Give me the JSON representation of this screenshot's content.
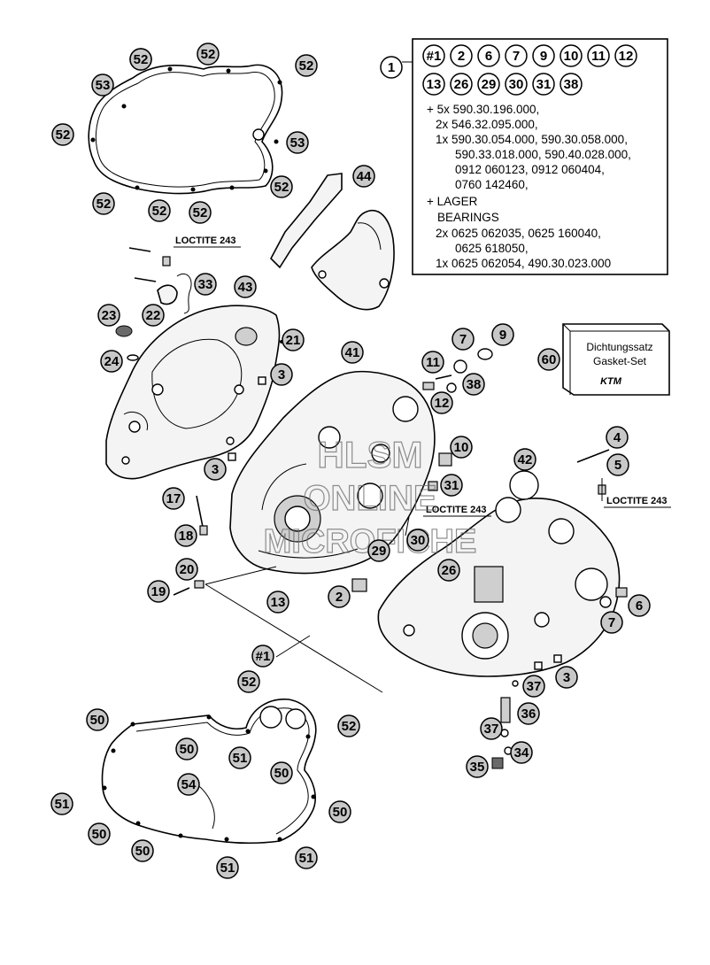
{
  "diagram": {
    "notes": {
      "loctite_1": "LOCTITE 243",
      "loctite_2": "LOCTITE 243",
      "loctite_3": "LOCTITE 243"
    },
    "kit_box": {
      "title_de": "Dichtungssatz",
      "title_en": "Gasket-Set",
      "brand": "KTM"
    },
    "watermark": [
      "HLSM",
      "ONLINE",
      "MICROFICHE"
    ],
    "parts_table": {
      "item_ref": "1",
      "chips_row1": [
        "#1",
        "2",
        "6",
        "7",
        "9",
        "10",
        "11",
        "12"
      ],
      "chips_row2": [
        "13",
        "26",
        "29",
        "30",
        "31",
        "38"
      ],
      "lines": [
        "+ 5x 590.30.196.000,",
        "2x 546.32.095.000,",
        "1x 590.30.054.000, 590.30.058.000,",
        "590.33.018.000, 590.40.028.000,",
        "0912 060123, 0912 060404,",
        "0760 142460,",
        "+ LAGER",
        "BEARINGS",
        "2x 0625 062035, 0625 160040,",
        "0625 618050,",
        "1x 0625 062054, 490.30.023.000"
      ]
    },
    "callouts": [
      "52",
      "52",
      "52",
      "53",
      "53",
      "52",
      "52",
      "52",
      "52",
      "52",
      "52",
      "44",
      "33",
      "43",
      "22",
      "23",
      "24",
      "21",
      "3",
      "41",
      "11",
      "12",
      "7",
      "9",
      "38",
      "60",
      "10",
      "3",
      "17",
      "18",
      "20",
      "19",
      "13",
      "31",
      "29",
      "30",
      "2",
      "26",
      "42",
      "4",
      "5",
      "6",
      "7",
      "3",
      "37",
      "36",
      "37",
      "34",
      "35",
      "#1",
      "52",
      "50",
      "50",
      "51",
      "50",
      "52",
      "54",
      "51",
      "50",
      "50",
      "50",
      "51",
      "51"
    ]
  }
}
